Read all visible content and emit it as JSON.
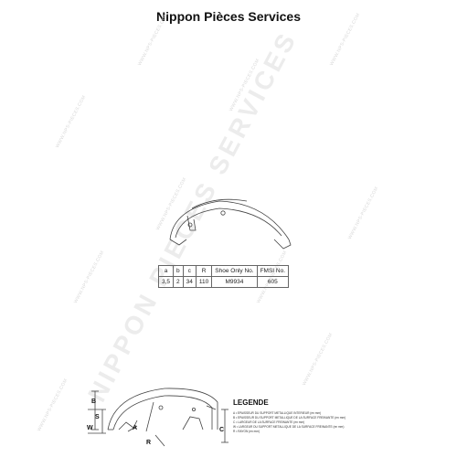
{
  "header": {
    "title": "Nippon Pièces Services"
  },
  "watermark": {
    "text": "NIPPON PIECES SERVICES",
    "small": "WWW.NPS-PIECES.COM"
  },
  "spec_table": {
    "headers": [
      "a",
      "b",
      "c",
      "R",
      "Shoe Only No.",
      "FMSI No."
    ],
    "row": [
      "3,5",
      "2",
      "34",
      "110",
      "M9934",
      "605"
    ]
  },
  "dimensions": {
    "B": "B",
    "S": "S",
    "W": "W",
    "A": "A",
    "R": "R",
    "C": "C"
  },
  "legend": {
    "title": "LEGENDE",
    "items": [
      "A • EPAISSEUR DU SUPPORT METALLIQUE INTERIEUR (en mm)",
      "B • EPAISSEUR DU SUPPORT METALLIQUE DE LA SURFACE FREINANTE (en mm)",
      "C • LARGEUR DE LA SURFACE FREINANTE (en mm)",
      "W • LARGEUR DU SUPPORT METALLIQUE DE LA SURFACE FREINANTE (en mm)",
      "R • RAYON (en mm)"
    ]
  }
}
